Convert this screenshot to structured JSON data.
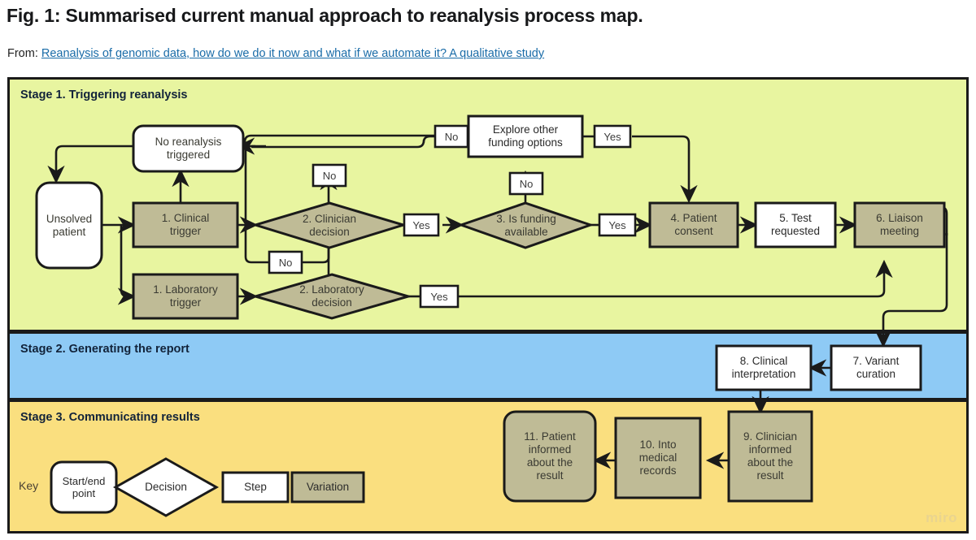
{
  "figure": {
    "title": "Fig. 1: Summarised current manual approach to reanalysis process map.",
    "from_label": "From:",
    "from_link": "Reanalysis of genomic data, how do we do it now and what if we automate it? A qualitative study"
  },
  "colors": {
    "stage1_bg": "#e8f5a0",
    "stage2_bg": "#8ecaf5",
    "stage3_bg": "#fadf7f",
    "variation_fill": "#bfbb96",
    "step_fill": "#ffffff",
    "stroke": "#1a1a1a",
    "link": "#1a6ca8",
    "watermark": "#e9d48f"
  },
  "stages": [
    {
      "id": "stage-1",
      "title": "Stage 1. Triggering reanalysis"
    },
    {
      "id": "stage-2",
      "title": "Stage 2. Generating the report"
    },
    {
      "id": "stage-3",
      "title": "Stage 3. Communicating results"
    }
  ],
  "nodes": [
    {
      "id": "unsolved-patient",
      "label": "Unsolved patient",
      "shape": "start-end-point",
      "fill": "white",
      "stage": 1
    },
    {
      "id": "no-reanalysis",
      "label": "No reanalysis triggered",
      "shape": "start-end-point",
      "fill": "white",
      "stage": 1
    },
    {
      "id": "clinical-trigger",
      "label": "1. Clinical trigger",
      "shape": "step",
      "fill": "variation",
      "stage": 1
    },
    {
      "id": "laboratory-trigger",
      "label": "1. Laboratory trigger",
      "shape": "step",
      "fill": "variation",
      "stage": 1
    },
    {
      "id": "clinician-decision",
      "label": "2. Clinician decision",
      "shape": "decision",
      "fill": "variation",
      "stage": 1
    },
    {
      "id": "laboratory-decision",
      "label": "2. Laboratory decision",
      "shape": "decision",
      "fill": "variation",
      "stage": 1
    },
    {
      "id": "explore-funding",
      "label": "Explore other funding options",
      "shape": "step",
      "fill": "white",
      "stage": 1
    },
    {
      "id": "is-funding-available",
      "label": "3. Is funding available",
      "shape": "decision",
      "fill": "variation",
      "stage": 1
    },
    {
      "id": "patient-consent",
      "label": "4. Patient consent",
      "shape": "step",
      "fill": "variation",
      "stage": 1
    },
    {
      "id": "test-requested",
      "label": "5. Test requested",
      "shape": "step",
      "fill": "white",
      "stage": 1
    },
    {
      "id": "liaison-meeting",
      "label": "6. Liaison meeting",
      "shape": "step",
      "fill": "variation",
      "stage": 1
    },
    {
      "id": "variant-curation",
      "label": "7. Variant curation",
      "shape": "step",
      "fill": "white",
      "stage": 2
    },
    {
      "id": "clinical-interpretation",
      "label": "8. Clinical interpretation",
      "shape": "step",
      "fill": "white",
      "stage": 2
    },
    {
      "id": "clinician-informed",
      "label": "9. Clinician informed about the result",
      "shape": "step",
      "fill": "variation",
      "stage": 3
    },
    {
      "id": "into-medical-records",
      "label": "10. Into medical records",
      "shape": "step",
      "fill": "variation",
      "stage": 3
    },
    {
      "id": "patient-informed",
      "label": "11. Patient informed about the result",
      "shape": "start-end-point",
      "fill": "variation",
      "stage": 3
    }
  ],
  "node_labels": {
    "unsolved_patient_l1": "Unsolved",
    "unsolved_patient_l2": "patient",
    "no_reanalysis_l1": "No reanalysis",
    "no_reanalysis_l2": "triggered",
    "clinical_trigger_l1": "1. Clinical",
    "clinical_trigger_l2": "trigger",
    "laboratory_trigger_l1": "1. Laboratory",
    "laboratory_trigger_l2": "trigger",
    "clinician_decision_l1": "2. Clinician",
    "clinician_decision_l2": "decision",
    "laboratory_decision_l1": "2. Laboratory",
    "laboratory_decision_l2": "decision",
    "explore_funding_l1": "Explore other",
    "explore_funding_l2": "funding options",
    "is_funding_l1": "3. Is funding",
    "is_funding_l2": "available",
    "patient_consent_l1": "4. Patient",
    "patient_consent_l2": "consent",
    "test_requested_l1": "5. Test",
    "test_requested_l2": "requested",
    "liaison_meeting_l1": "6. Liaison",
    "liaison_meeting_l2": "meeting",
    "variant_curation_l1": "7. Variant",
    "variant_curation_l2": "curation",
    "clinical_interpretation_l1": "8. Clinical",
    "clinical_interpretation_l2": "interpretation",
    "clinician_informed_l1": "9. Clinician",
    "clinician_informed_l2": "informed",
    "clinician_informed_l3": "about the",
    "clinician_informed_l4": "result",
    "into_records_l1": "10. Into",
    "into_records_l2": "medical",
    "into_records_l3": "records",
    "patient_informed_l1": "11. Patient",
    "patient_informed_l2": "informed",
    "patient_informed_l3": "about the",
    "patient_informed_l4": "result"
  },
  "edge_labels": {
    "clinician_no_up": "No",
    "clinician_no_down": "No",
    "clinician_yes": "Yes",
    "laboratory_yes": "Yes",
    "funding_no": "No",
    "explore_no": "No",
    "explore_yes": "Yes",
    "funding_yes": "Yes"
  },
  "key": {
    "title": "Key",
    "items": [
      {
        "id": "key-start-end",
        "label_l1": "Start/end",
        "label_l2": "point",
        "shape": "start-end-point"
      },
      {
        "id": "key-decision",
        "label_l1": "Decision",
        "label_l2": "",
        "shape": "decision"
      },
      {
        "id": "key-step",
        "label_l1": "Step",
        "label_l2": "",
        "shape": "step"
      },
      {
        "id": "key-variation",
        "label_l1": "Variation",
        "label_l2": "",
        "shape": "variation"
      }
    ]
  },
  "watermark": {
    "text": "miro"
  }
}
